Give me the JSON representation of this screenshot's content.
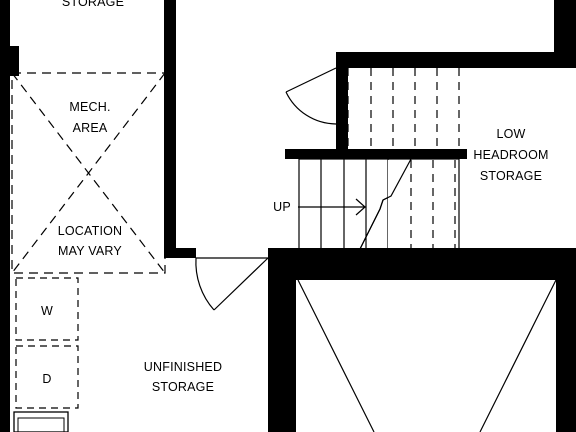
{
  "colors": {
    "wall": "#000000",
    "background": "#ffffff"
  },
  "labels": {
    "storage_top": "STORAGE",
    "mech_line1": "MECH.",
    "mech_line2": "AREA",
    "location_line1": "LOCATION",
    "location_line2": "MAY VARY",
    "low_headroom_line1": "LOW",
    "low_headroom_line2": "HEADROOM",
    "low_headroom_line3": "STORAGE",
    "stair_up": "UP",
    "washer": "W",
    "dryer": "D",
    "unfinished_line1": "UNFINISHED",
    "unfinished_line2": "STORAGE"
  }
}
